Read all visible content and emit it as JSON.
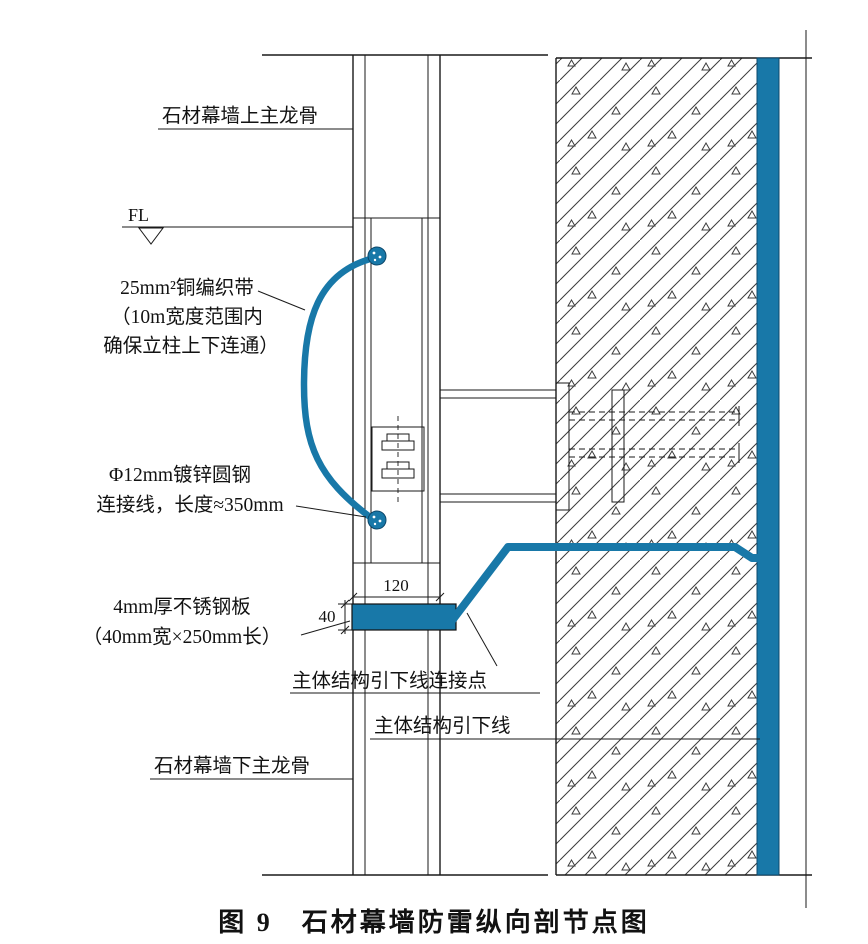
{
  "title": "图 9　石材幕墙防雷纵向剖节点图",
  "colors": {
    "accent": "#1878a8"
  },
  "labels": {
    "top_keel": "石材幕墙上主龙骨",
    "floor_level": "FL",
    "copper_braid_line1": "25mm²铜编织带",
    "copper_braid_line2": "（10m宽度范围内",
    "copper_braid_line3": "确保立柱上下连通）",
    "steel_rod_line1": "Φ12mm镀锌圆钢",
    "steel_rod_line2": "连接线，长度≈350mm",
    "steel_plate_line1": "4mm厚不锈钢板",
    "steel_plate_line2": "（40mm宽×250mm长）",
    "connection_point": "主体结构引下线连接点",
    "down_conductor": "主体结构引下线",
    "bottom_keel": "石材幕墙下主龙骨"
  },
  "dimensions": {
    "plate_width": "120",
    "plate_height": "40"
  }
}
